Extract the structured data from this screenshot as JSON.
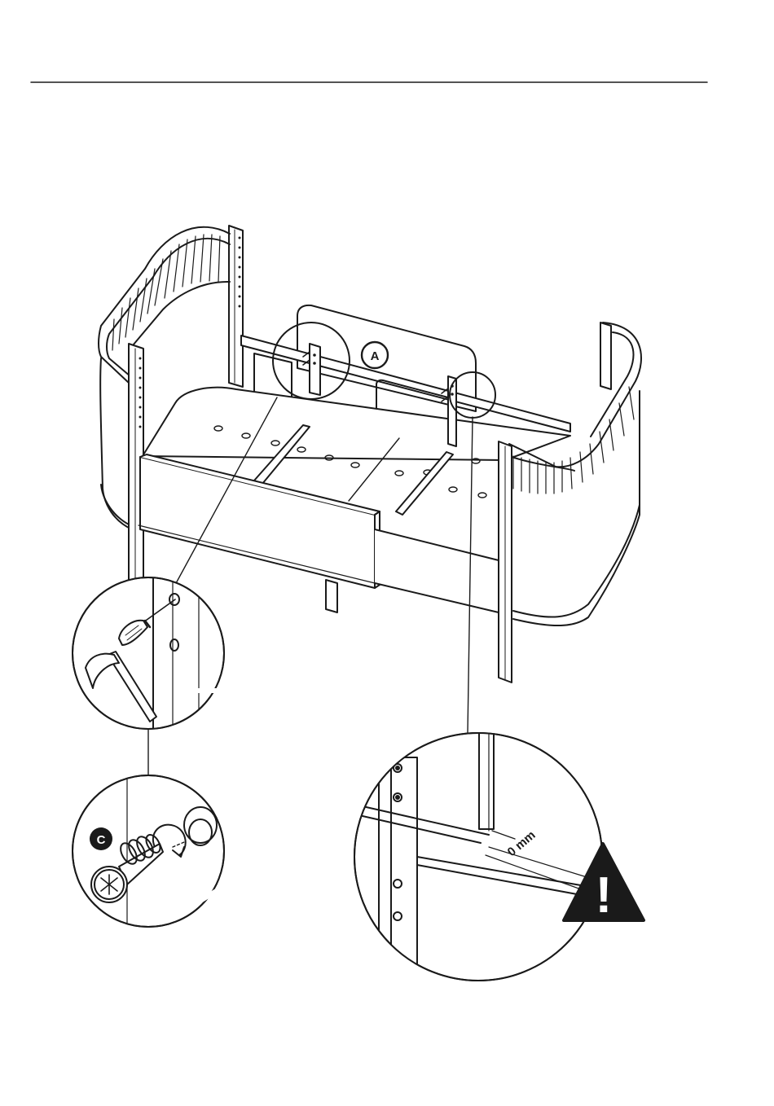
{
  "colors": {
    "ink": "#1a1a1a",
    "paper": "#ffffff",
    "warning_fill": "#1a1a1a",
    "warning_mark": "#ffffff"
  },
  "labels": {
    "part_a": "A",
    "part_c": "C",
    "gap_measure": "0 mm",
    "warning_mark": "!"
  },
  "icons": [
    "warning-triangle-icon",
    "screwdriver-icon",
    "hammer-icon",
    "screw-icon",
    "rotate-arrow-icon"
  ]
}
